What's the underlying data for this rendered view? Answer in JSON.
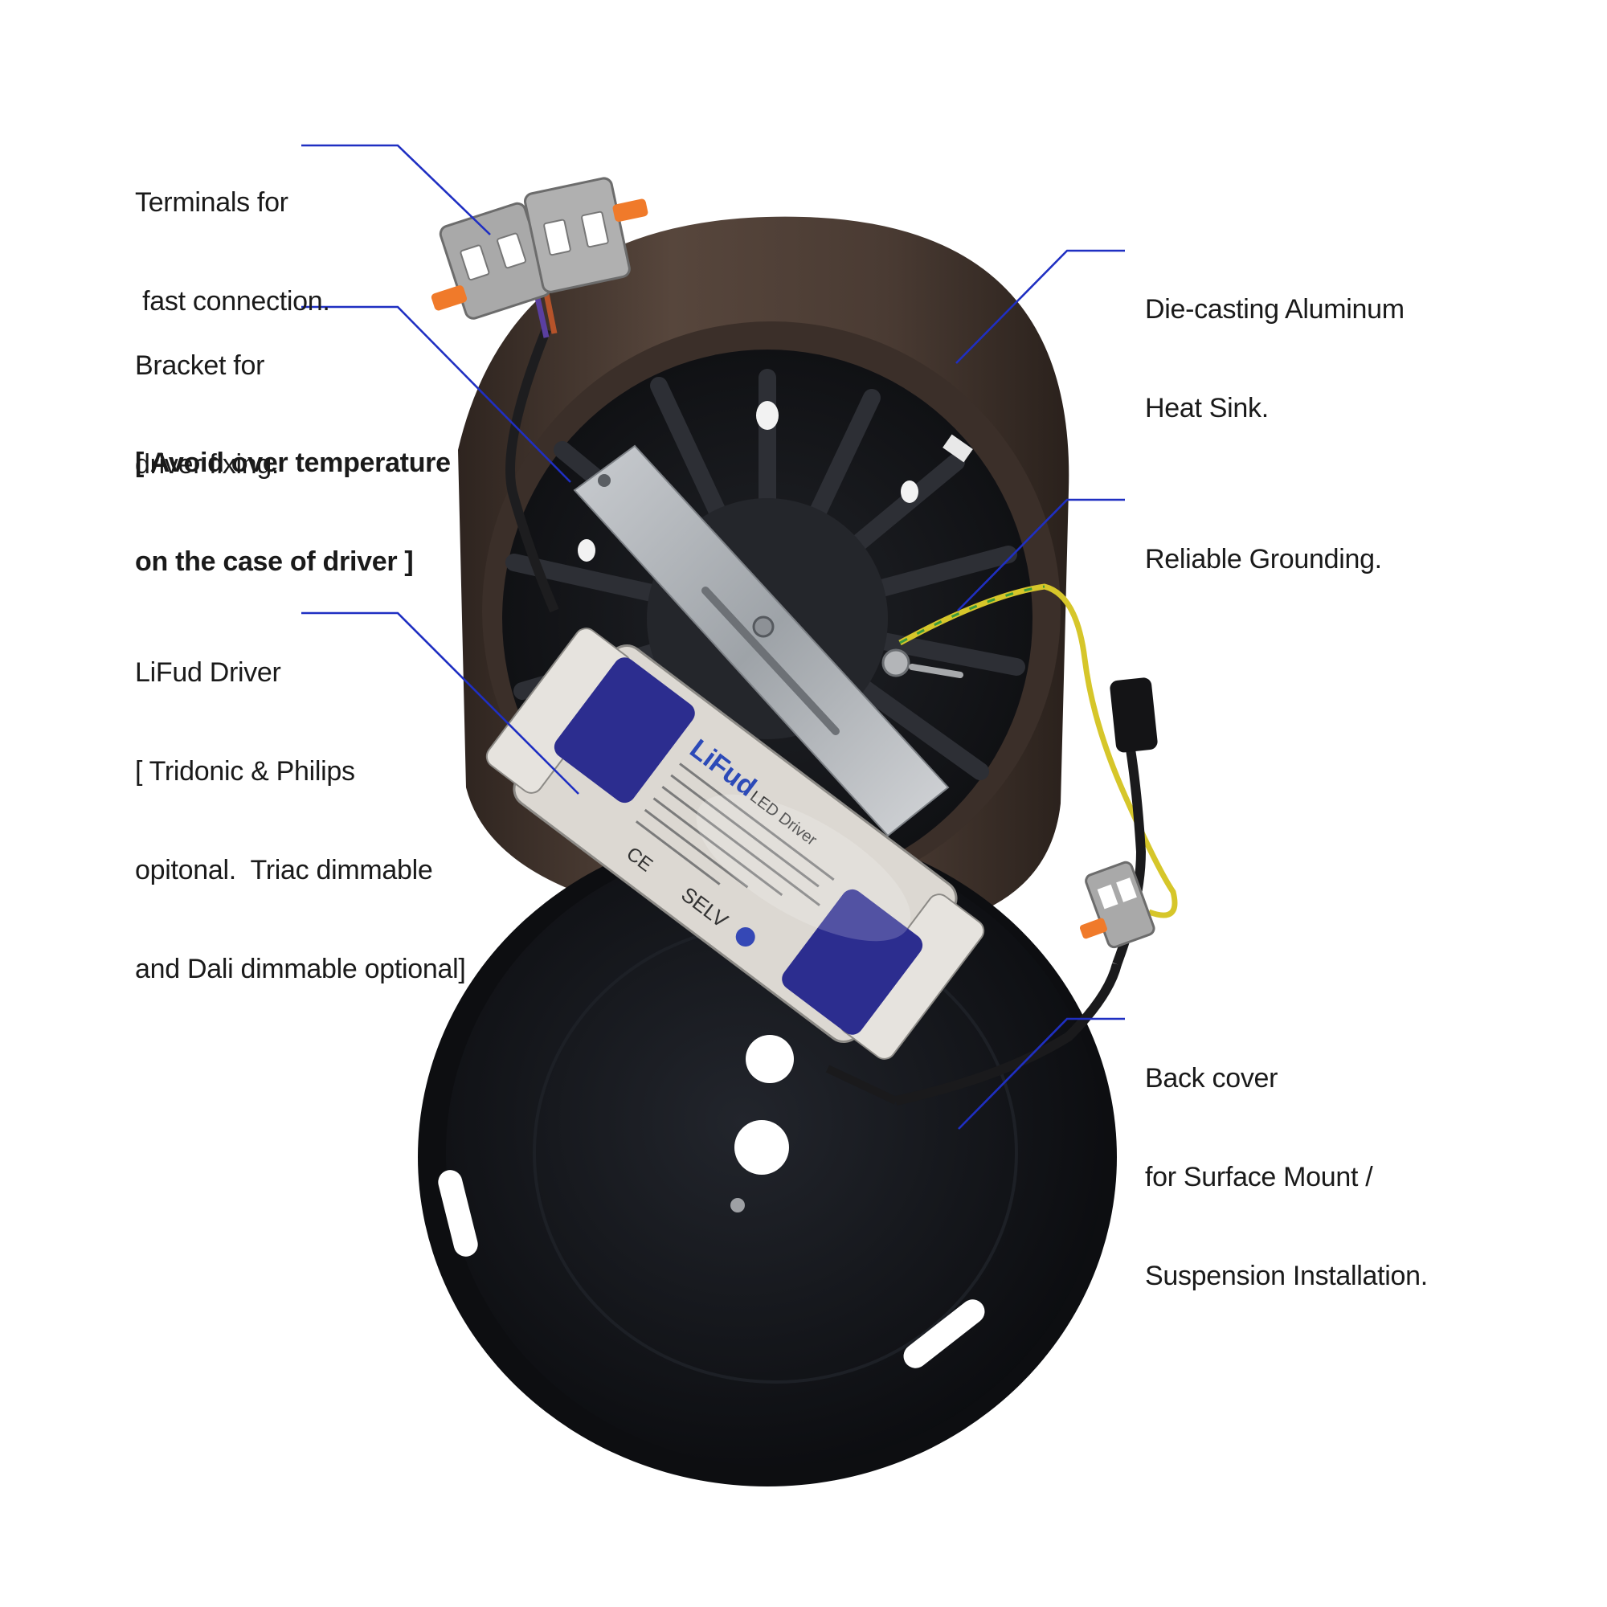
{
  "labels": {
    "terminals": [
      "Terminals for",
      " fast connection."
    ],
    "bracket": [
      "Bracket for",
      "driver fixing."
    ],
    "warning": [
      "[ Avoid over temperature",
      "on the case of driver ]"
    ],
    "driver": [
      "LiFud Driver",
      "[ Tridonic & Philips",
      "opitonal.  Triac dimmable",
      "and Dali dimmable optional]"
    ],
    "heatsink": [
      "Die-casting Aluminum",
      "Heat Sink."
    ],
    "grounding": [
      "Reliable Grounding."
    ],
    "backcover": [
      "Back cover",
      "for Surface Mount /",
      "Suspension Installation."
    ]
  },
  "driver_print": {
    "brand": "LiFud",
    "title": "LED Driver",
    "selv": "SELV",
    "ce": "CE"
  },
  "colors": {
    "callout_line": "#1f2fc2",
    "heatsink": "#4a3b33",
    "back_cover": "#14161b",
    "driver_body": "#dcd8d2",
    "driver_cap": "#2c2d8f",
    "terminal_body": "#a9a9a9",
    "terminal_lever": "#f07a2a",
    "ground_wire": "#d6c62a"
  }
}
